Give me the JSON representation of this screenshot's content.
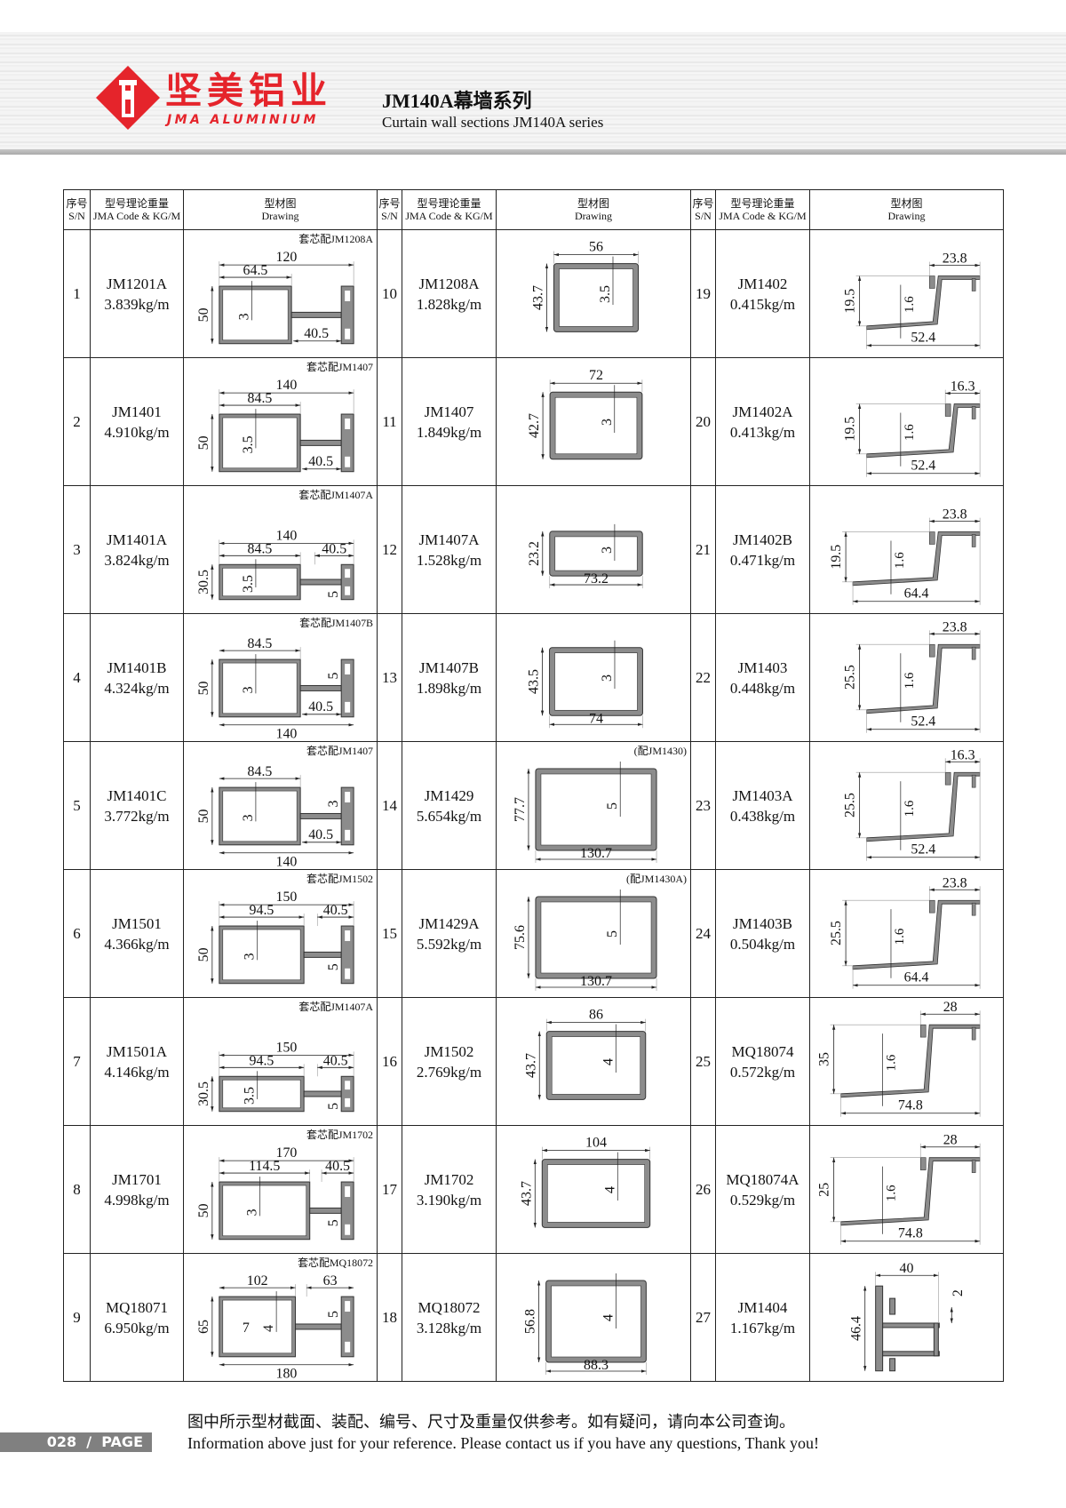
{
  "header": {
    "brand_cn": "坚美铝业",
    "brand_en": "JMA ALUMINIUM",
    "title": "JM140A幕墙系列",
    "subtitle": "Curtain wall sections JM140A series",
    "brand_color": "#e5242b"
  },
  "table_header": {
    "sn_cn": "序号",
    "sn_en": "S/N",
    "code_cn": "型号理论重量",
    "code_en": "JMA Code & KG/M",
    "drawing_cn": "型材图",
    "drawing_en": "Drawing"
  },
  "items": [
    {
      "sn": "1",
      "code": "JM1201A",
      "weight": "3.839kg/m",
      "drawing": {
        "kind": "mullion",
        "note": "套芯配JM1208A",
        "dims": {
          "total": "120",
          "left": "64.5",
          "right_bottom": "40.5",
          "height": "50",
          "wall": "3"
        }
      }
    },
    {
      "sn": "2",
      "code": "JM1401",
      "weight": "4.910kg/m",
      "drawing": {
        "kind": "mullion",
        "note": "套芯配JM1407",
        "dims": {
          "total": "140",
          "left": "84.5",
          "right_bottom": "40.5",
          "height": "50",
          "wall": "3.5"
        }
      }
    },
    {
      "sn": "3",
      "code": "JM1401A",
      "weight": "3.824kg/m",
      "drawing": {
        "kind": "mullion",
        "note": "套芯配JM1407A",
        "dims": {
          "total": "140",
          "left": "84.5",
          "right": "40.5",
          "height": "30.5",
          "wall": "3.5",
          "extra": "5"
        }
      }
    },
    {
      "sn": "4",
      "code": "JM1401B",
      "weight": "4.324kg/m",
      "drawing": {
        "kind": "mullion",
        "note": "套芯配JM1407B",
        "dims": {
          "left": "84.5",
          "total_bottom": "140",
          "right_bottom": "40.5",
          "height": "50",
          "wall": "3",
          "extra": "5"
        }
      }
    },
    {
      "sn": "5",
      "code": "JM1401C",
      "weight": "3.772kg/m",
      "drawing": {
        "kind": "mullion",
        "note": "套芯配JM1407",
        "dims": {
          "left": "84.5",
          "total_bottom": "140",
          "right_bottom": "40.5",
          "height": "50",
          "wall": "3",
          "extra": "3"
        }
      }
    },
    {
      "sn": "6",
      "code": "JM1501",
      "weight": "4.366kg/m",
      "drawing": {
        "kind": "mullion",
        "note": "套芯配JM1502",
        "dims": {
          "total": "150",
          "left": "94.5",
          "right": "40.5",
          "height": "50",
          "wall": "3",
          "extra": "5"
        }
      }
    },
    {
      "sn": "7",
      "code": "JM1501A",
      "weight": "4.146kg/m",
      "drawing": {
        "kind": "mullion",
        "note": "套芯配JM1407A",
        "dims": {
          "total": "150",
          "left": "94.5",
          "right": "40.5",
          "height": "30.5",
          "wall": "3.5",
          "extra": "5"
        }
      }
    },
    {
      "sn": "8",
      "code": "JM1701",
      "weight": "4.998kg/m",
      "drawing": {
        "kind": "mullion",
        "note": "套芯配JM1702",
        "dims": {
          "total": "170",
          "left": "114.5",
          "right": "40.5",
          "height": "50",
          "wall": "3",
          "extra": "5"
        }
      }
    },
    {
      "sn": "9",
      "code": "MQ18071",
      "weight": "6.950kg/m",
      "drawing": {
        "kind": "mullion",
        "note": "套芯配MQ18072",
        "dims": {
          "left": "102",
          "right": "63",
          "total_bottom": "180",
          "height": "65",
          "wall": "4",
          "wall2": "7",
          "extra": "5"
        }
      }
    },
    {
      "sn": "10",
      "code": "JM1208A",
      "weight": "1.828kg/m",
      "drawing": {
        "kind": "tube",
        "dims": {
          "width": "56",
          "width_pos": "top",
          "height": "43.7",
          "wall": "3.5"
        }
      }
    },
    {
      "sn": "11",
      "code": "JM1407",
      "weight": "1.849kg/m",
      "drawing": {
        "kind": "tube",
        "dims": {
          "width": "72",
          "width_pos": "top",
          "height": "42.7",
          "wall": "3"
        }
      }
    },
    {
      "sn": "12",
      "code": "JM1407A",
      "weight": "1.528kg/m",
      "drawing": {
        "kind": "tube",
        "dims": {
          "width": "73.2",
          "width_pos": "bottom",
          "height": "23.2",
          "wall": "3"
        }
      }
    },
    {
      "sn": "13",
      "code": "JM1407B",
      "weight": "1.898kg/m",
      "drawing": {
        "kind": "tube",
        "dims": {
          "width": "74",
          "width_pos": "bottom",
          "height": "43.5",
          "wall": "3"
        }
      }
    },
    {
      "sn": "14",
      "code": "JM1429",
      "weight": "5.654kg/m",
      "drawing": {
        "kind": "tube",
        "note": "(配JM1430)",
        "dims": {
          "width": "130.7",
          "width_pos": "bottom",
          "height": "77.7",
          "wall": "5"
        }
      }
    },
    {
      "sn": "15",
      "code": "JM1429A",
      "weight": "5.592kg/m",
      "drawing": {
        "kind": "tube",
        "note": "(配JM1430A)",
        "dims": {
          "width": "130.7",
          "width_pos": "bottom",
          "height": "75.6",
          "wall": "5"
        }
      }
    },
    {
      "sn": "16",
      "code": "JM1502",
      "weight": "2.769kg/m",
      "drawing": {
        "kind": "tube",
        "dims": {
          "width": "86",
          "width_pos": "top",
          "height": "43.7",
          "wall": "4"
        }
      }
    },
    {
      "sn": "17",
      "code": "JM1702",
      "weight": "3.190kg/m",
      "drawing": {
        "kind": "tube",
        "dims": {
          "width": "104",
          "width_pos": "top",
          "height": "43.7",
          "wall": "4"
        }
      }
    },
    {
      "sn": "18",
      "code": "MQ18072",
      "weight": "3.128kg/m",
      "drawing": {
        "kind": "tube",
        "dims": {
          "width": "88.3",
          "width_pos": "bottom",
          "height": "56.8",
          "wall": "4"
        }
      }
    },
    {
      "sn": "19",
      "code": "JM1402",
      "weight": "0.415kg/m",
      "drawing": {
        "kind": "flashing",
        "dims": {
          "top": "23.8",
          "height": "19.5",
          "thickness": "1.6",
          "bottom": "52.4"
        }
      }
    },
    {
      "sn": "20",
      "code": "JM1402A",
      "weight": "0.413kg/m",
      "drawing": {
        "kind": "flashing",
        "dims": {
          "top": "16.3",
          "height": "19.5",
          "thickness": "1.6",
          "bottom": "52.4"
        }
      }
    },
    {
      "sn": "21",
      "code": "JM1402B",
      "weight": "0.471kg/m",
      "drawing": {
        "kind": "flashing",
        "dims": {
          "top": "23.8",
          "height": "19.5",
          "thickness": "1.6",
          "bottom": "64.4"
        }
      }
    },
    {
      "sn": "22",
      "code": "JM1403",
      "weight": "0.448kg/m",
      "drawing": {
        "kind": "flashing",
        "dims": {
          "top": "23.8",
          "height": "25.5",
          "thickness": "1.6",
          "bottom": "52.4"
        }
      }
    },
    {
      "sn": "23",
      "code": "JM1403A",
      "weight": "0.438kg/m",
      "drawing": {
        "kind": "flashing",
        "dims": {
          "top": "16.3",
          "height": "25.5",
          "thickness": "1.6",
          "bottom": "52.4"
        }
      }
    },
    {
      "sn": "24",
      "code": "JM1403B",
      "weight": "0.504kg/m",
      "drawing": {
        "kind": "flashing",
        "dims": {
          "top": "23.8",
          "height": "25.5",
          "thickness": "1.6",
          "bottom": "64.4"
        }
      }
    },
    {
      "sn": "25",
      "code": "MQ18074",
      "weight": "0.572kg/m",
      "drawing": {
        "kind": "flashing",
        "dims": {
          "top": "28",
          "height": "35",
          "thickness": "1.6",
          "bottom": "74.8"
        }
      }
    },
    {
      "sn": "26",
      "code": "MQ18074A",
      "weight": "0.529kg/m",
      "drawing": {
        "kind": "flashing",
        "dims": {
          "top": "28",
          "height": "25",
          "thickness": "1.6",
          "bottom": "74.8"
        }
      }
    },
    {
      "sn": "27",
      "code": "JM1404",
      "weight": "1.167kg/m",
      "drawing": {
        "kind": "tee",
        "dims": {
          "width": "40",
          "lip": "2",
          "height": "46.4"
        }
      }
    }
  ],
  "footer": {
    "page": "028  /  PAGE",
    "note_cn": "图中所示型材截面、装配、编号、尺寸及重量仅供参考。如有疑问，请向本公司查询。",
    "note_en": "Information above just for your reference. Please contact us if you have any questions, Thank you!"
  }
}
